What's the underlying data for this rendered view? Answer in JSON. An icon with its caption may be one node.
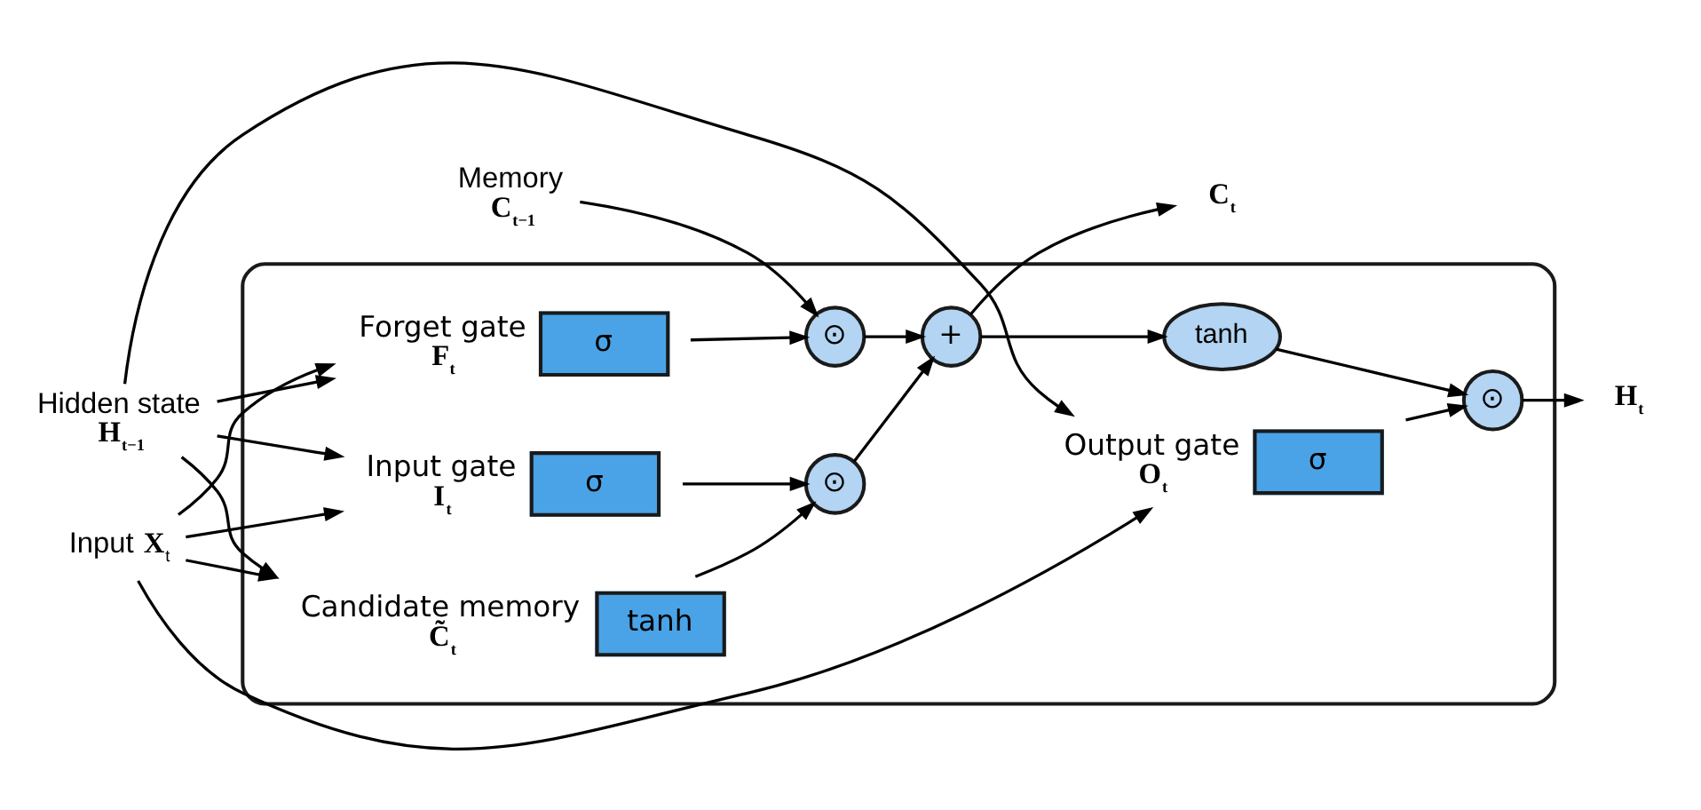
{
  "diagram": {
    "nodes": [
      {
        "text": [],
        "shape": "box"
      },
      {
        "text": [
          "Memory",
          "C$_{t−1}$"
        ]
      },
      {
        "text": [
          "⊙"
        ],
        "in": 0
      },
      {
        "text": [
          "+"
        ],
        "in": 0
      },
      {
        "text": [
          "C$_{t}$"
        ]
      },
      {
        "text": [
          "tanh"
        ],
        "in": 0
      },
      {
        "text": [
          "⊙"
        ],
        "in": 0
      },
      {
        "text": [
          "⊙"
        ],
        "in": 0
      },
      {
        "text": [
          "σ"
        ],
        "in": 0,
        "beside": [
          "Forget gate",
          "F$_{t}$"
        ]
      },
      {
        "text": [
          "σ"
        ],
        "in": 0,
        "beside": [
          "Input gate",
          "I$_{t}$"
        ]
      },
      {
        "text": [
          "tanh"
        ],
        "in": 0,
        "beside": [
          "Candidate memory",
          "C̃$_{t}$"
        ]
      },
      {
        "text": [
          "σ"
        ],
        "in": 0,
        "beside": [
          "Output gate",
          "O$_{t}$"
        ]
      },
      {
        "text": [
          "Hidden state",
          "H$_{t−1}$"
        ]
      },
      {
        "text": [
          "Input **X**$_{t}$"
        ]
      },
      {
        "text": [
          "H$_{t}$"
        ]
      }
    ],
    "edges": [
      {
        "from": 1,
        "to": 2,
        "arrow": "to"
      },
      {
        "from": 2,
        "to": 3,
        "arrow": "to"
      },
      {
        "from": 3,
        "to": 4,
        "arrow": "to"
      },
      {
        "from": 3,
        "to": 5,
        "arrow": "to"
      },
      {
        "from": 5,
        "to": 6,
        "arrow": "to"
      },
      {
        "from": 8,
        "to": 2,
        "arrow": "to"
      },
      {
        "from": 9,
        "to": 7,
        "arrow": "to"
      },
      {
        "from": 10,
        "to": 7,
        "arrow": "to"
      },
      {
        "from": 7,
        "to": 3,
        "arrow": "to"
      },
      {
        "from": 11,
        "to": 6,
        "arrow": "to"
      },
      {
        "from": 6,
        "to": 14,
        "arrow": "to"
      },
      {
        "from": 12,
        "to": 8,
        "arrow": "to"
      },
      {
        "from": 12,
        "to": 9,
        "arrow": "to"
      },
      {
        "from": 12,
        "to": 10,
        "arrow": "to"
      },
      {
        "from": 12,
        "to": 11,
        "arrow": "to"
      },
      {
        "from": 13,
        "to": 8,
        "arrow": "to"
      },
      {
        "from": 13,
        "to": 9,
        "arrow": "to"
      },
      {
        "from": 13,
        "to": 10,
        "arrow": "to"
      },
      {
        "from": 13,
        "to": 11,
        "arrow": "to"
      }
    ]
  }
}
